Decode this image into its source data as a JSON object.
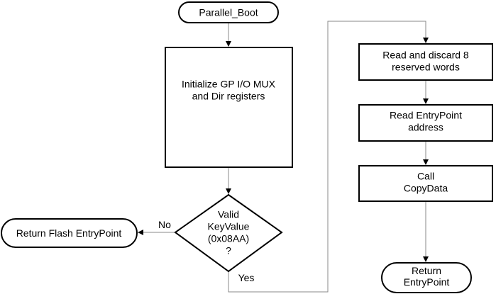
{
  "nodes": {
    "parallel_boot": {
      "lines": [
        "Parallel_Boot"
      ]
    },
    "initialize_gpio": {
      "lines": [
        "Initialize GP I/O MUX",
        "and Dir registers"
      ]
    },
    "valid_keyvalue": {
      "lines": [
        "Valid",
        "KeyValue",
        "(0x08AA)",
        "?"
      ]
    },
    "return_flash": {
      "lines": [
        "Return Flash EntryPoint"
      ]
    },
    "read_discard": {
      "lines": [
        "Read and discard 8",
        "reserved words"
      ]
    },
    "read_entrypoint": {
      "lines": [
        "Read EntryPoint",
        "address"
      ]
    },
    "call_copydata": {
      "lines": [
        "Call",
        "CopyData"
      ]
    },
    "return_entrypoint": {
      "lines": [
        "Return",
        "EntryPoint"
      ]
    }
  },
  "edge_labels": {
    "no": "No",
    "yes": "Yes"
  }
}
